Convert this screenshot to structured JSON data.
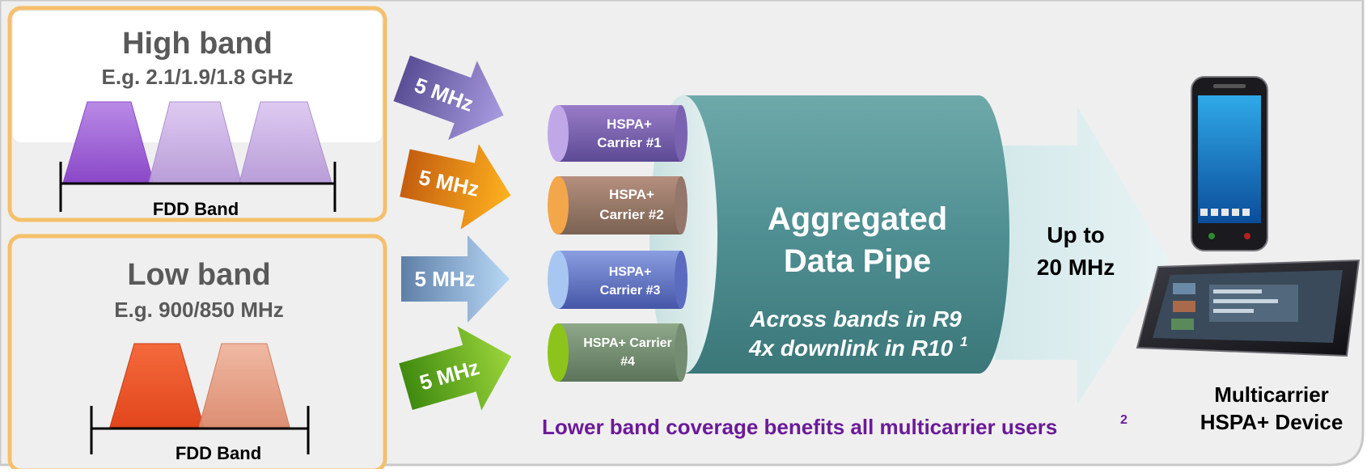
{
  "high_band": {
    "title": "High band",
    "subtitle": "E.g. 2.1/1.9/1.8 GHz",
    "axis_label": "FDD Band"
  },
  "low_band": {
    "title": "Low band",
    "subtitle": "E.g. 900/850 MHz",
    "axis_label": "FDD Band"
  },
  "input_arrows": [
    {
      "label": "5 MHz"
    },
    {
      "label": "5 MHz"
    },
    {
      "label": "5 MHz"
    },
    {
      "label": "5 MHz"
    }
  ],
  "carriers": [
    {
      "line1": "HSPA+",
      "line2": "Carrier #1"
    },
    {
      "line1": "HSPA+",
      "line2": "Carrier #2"
    },
    {
      "line1": "HSPA+",
      "line2": "Carrier #3"
    },
    {
      "line1": "HSPA+ Carrier",
      "line2": "#4"
    }
  ],
  "pipe": {
    "title_line1": "Aggregated",
    "title_line2": "Data Pipe",
    "note_line1": "Across bands in R9",
    "note_line2": "4x downlink in R10",
    "note_sup": "1"
  },
  "output": {
    "line1": "Up to",
    "line2": "20 MHz"
  },
  "footnote": {
    "text": "Lower band coverage benefits all multicarrier users",
    "sup": "2"
  },
  "device": {
    "line1": "Multicarrier",
    "line2": "HSPA+ Device"
  },
  "colors": {
    "panel_border": "#f5c06b",
    "background": "#efefef",
    "purple": "#9a5fd0",
    "orange": "#f3b038",
    "red": "#ea4a22",
    "pipe": "#5d9a9c",
    "footnote": "#6b1a99",
    "arrow_blue": "#9fc4ea",
    "arrow_green": "#7fc31c",
    "arrow_violet": "#7d72b8"
  }
}
